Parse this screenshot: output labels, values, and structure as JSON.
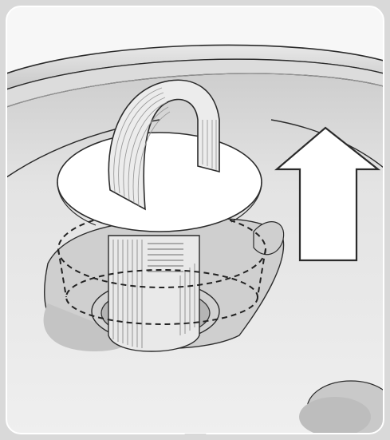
{
  "figure": {
    "subject": "dishwasher-filter-removal",
    "action": "lift-up",
    "colors": {
      "frame": "#d9d9d9",
      "panel": "#f2f2f2",
      "tub_light": "#eeeeee",
      "tub_mid": "#d6d6d6",
      "tub_dark": "#bdbdbd",
      "recess": "#cfcfcf",
      "outline": "#2b2b2b",
      "white": "#ffffff"
    },
    "icons": {
      "arrow": "up-arrow-icon",
      "handle": "filter-handle-icon",
      "dashed_outline": "filter-seat-dashed-outline"
    }
  }
}
